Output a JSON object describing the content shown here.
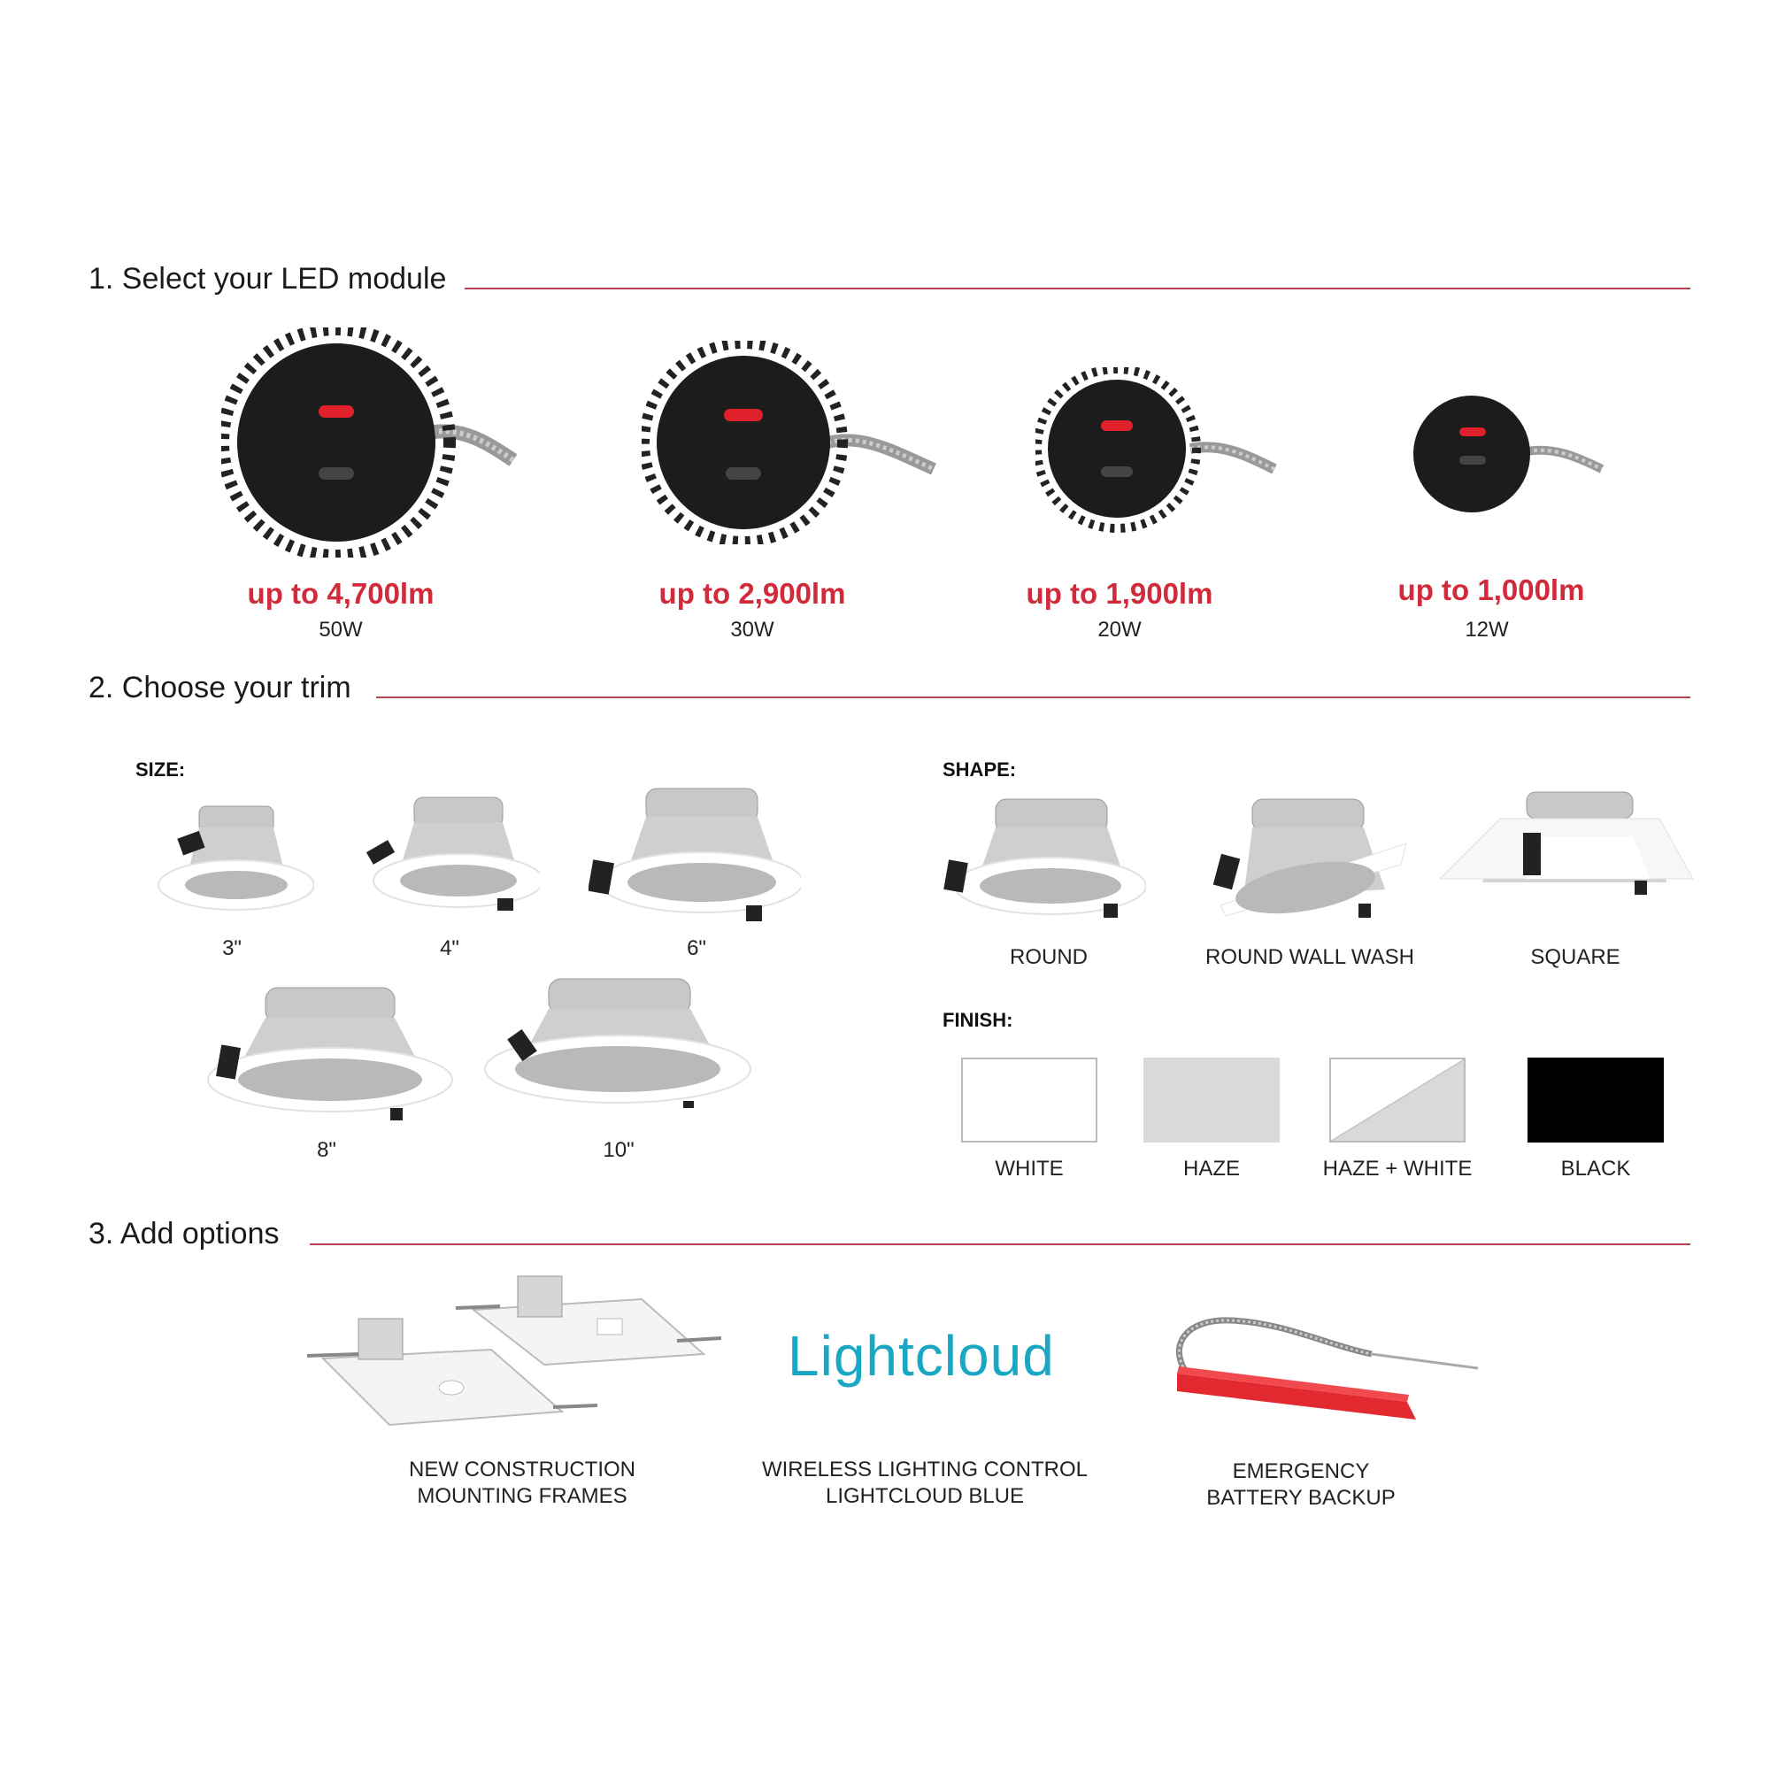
{
  "steps": {
    "one": "1. Select your LED module",
    "two": "2. Choose your trim",
    "three": "3. Add options"
  },
  "modules": [
    {
      "lumens": "up to 4,700lm",
      "watts": "50W"
    },
    {
      "lumens": "up to 2,900lm",
      "watts": "30W"
    },
    {
      "lumens": "up to 1,900lm",
      "watts": "20W"
    },
    {
      "lumens": "up to 1,000lm",
      "watts": "12W"
    }
  ],
  "trim": {
    "size_heading": "SIZE:",
    "shape_heading": "SHAPE:",
    "finish_heading": "FINISH:",
    "sizes": [
      "3\"",
      "4\"",
      "6\"",
      "8\"",
      "10\""
    ],
    "shapes": [
      "ROUND",
      "ROUND WALL WASH",
      "SQUARE"
    ],
    "finishes": [
      "WHITE",
      "HAZE",
      "HAZE + WHITE",
      "BLACK"
    ]
  },
  "options": {
    "frames_line1": "NEW CONSTRUCTION",
    "frames_line2": "MOUNTING FRAMES",
    "logo_text": "Lightcloud",
    "wireless_line1": "WIRELESS LIGHTING CONTROL",
    "wireless_line2": "LIGHTCLOUD BLUE",
    "battery_line1": "EMERGENCY",
    "battery_line2": "BATTERY BACKUP"
  },
  "colors": {
    "accent_red": "#d12a3a",
    "rule": "#b5444f",
    "haze": "#d9d9d9",
    "black": "#000000",
    "lightcloud_blue": "#1aa7c4"
  }
}
